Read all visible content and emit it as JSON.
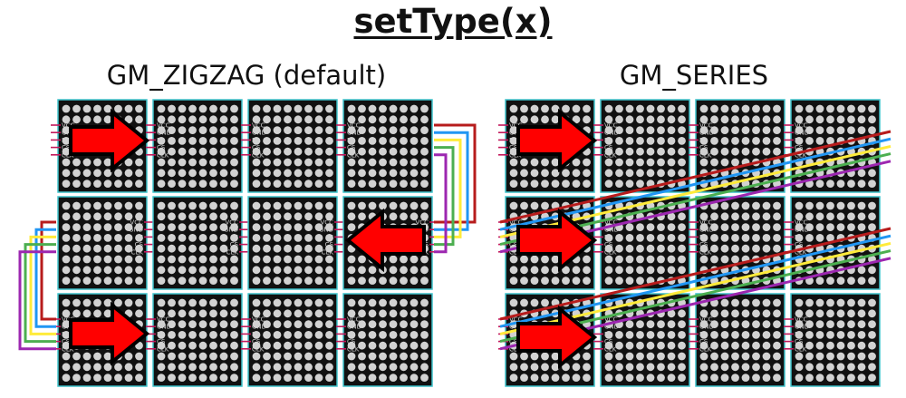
{
  "title": "setType(x)",
  "panels": [
    {
      "label": "GM_ZIGZAG (default)"
    },
    {
      "label": "GM_SERIES"
    }
  ],
  "pin_labels": [
    "VCC",
    "GND",
    "DI",
    "CS",
    "CLK"
  ],
  "colors": {
    "module_bg": "#111111",
    "module_border": "#3fc3cc",
    "led": "#d2d2d2",
    "arrow_fill": "#ff0000",
    "arrow_stroke": "#000000",
    "pin": "#c2185b",
    "wires": [
      "#b71c1c",
      "#2196f3",
      "#ffeb3b",
      "#4caf50",
      "#9c27b0"
    ]
  }
}
